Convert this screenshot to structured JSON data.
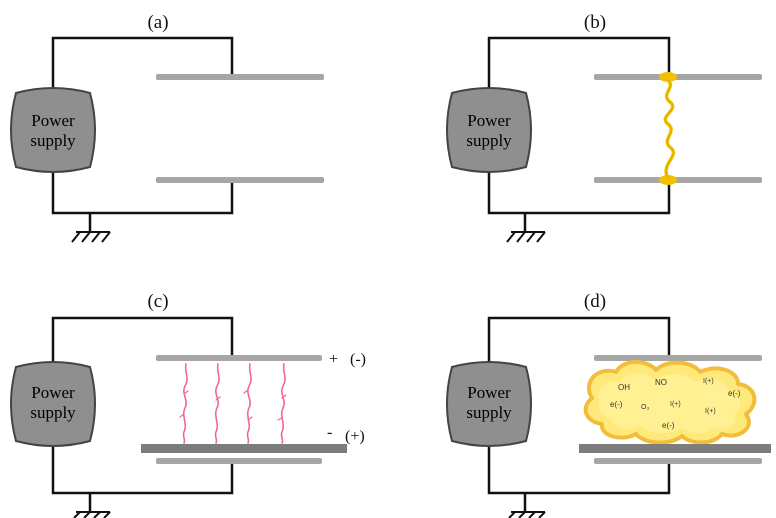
{
  "panels": [
    {
      "id": "a",
      "label": "(a)",
      "power_supply": [
        "Power",
        "supply"
      ],
      "state": "open"
    },
    {
      "id": "b",
      "label": "(b)",
      "power_supply": [
        "Power",
        "supply"
      ],
      "state": "arc"
    },
    {
      "id": "c",
      "label": "(c)",
      "power_supply": [
        "Power",
        "supply"
      ],
      "state": "streamers",
      "polarity_top": [
        "+",
        "(-)"
      ],
      "polarity_bottom": [
        "-",
        "(+)"
      ]
    },
    {
      "id": "d",
      "label": "(d)",
      "power_supply": [
        "Power",
        "supply"
      ],
      "state": "plasma",
      "species": [
        "OH",
        "NO",
        "I(+)",
        "e(-)",
        "e(-)",
        "O₃",
        "I(+)",
        "I(+)",
        "e(-)"
      ]
    }
  ],
  "colors": {
    "wire": "#111111",
    "electrode": "#a6a6a6",
    "dielectric": "#7d7d7d",
    "supply_fill": "#8f8f8f",
    "arc": "#f2c200",
    "streamer": "#f06a8a",
    "plasma_fill": "#ffe97a",
    "plasma_edge": "#f2bd3a"
  }
}
